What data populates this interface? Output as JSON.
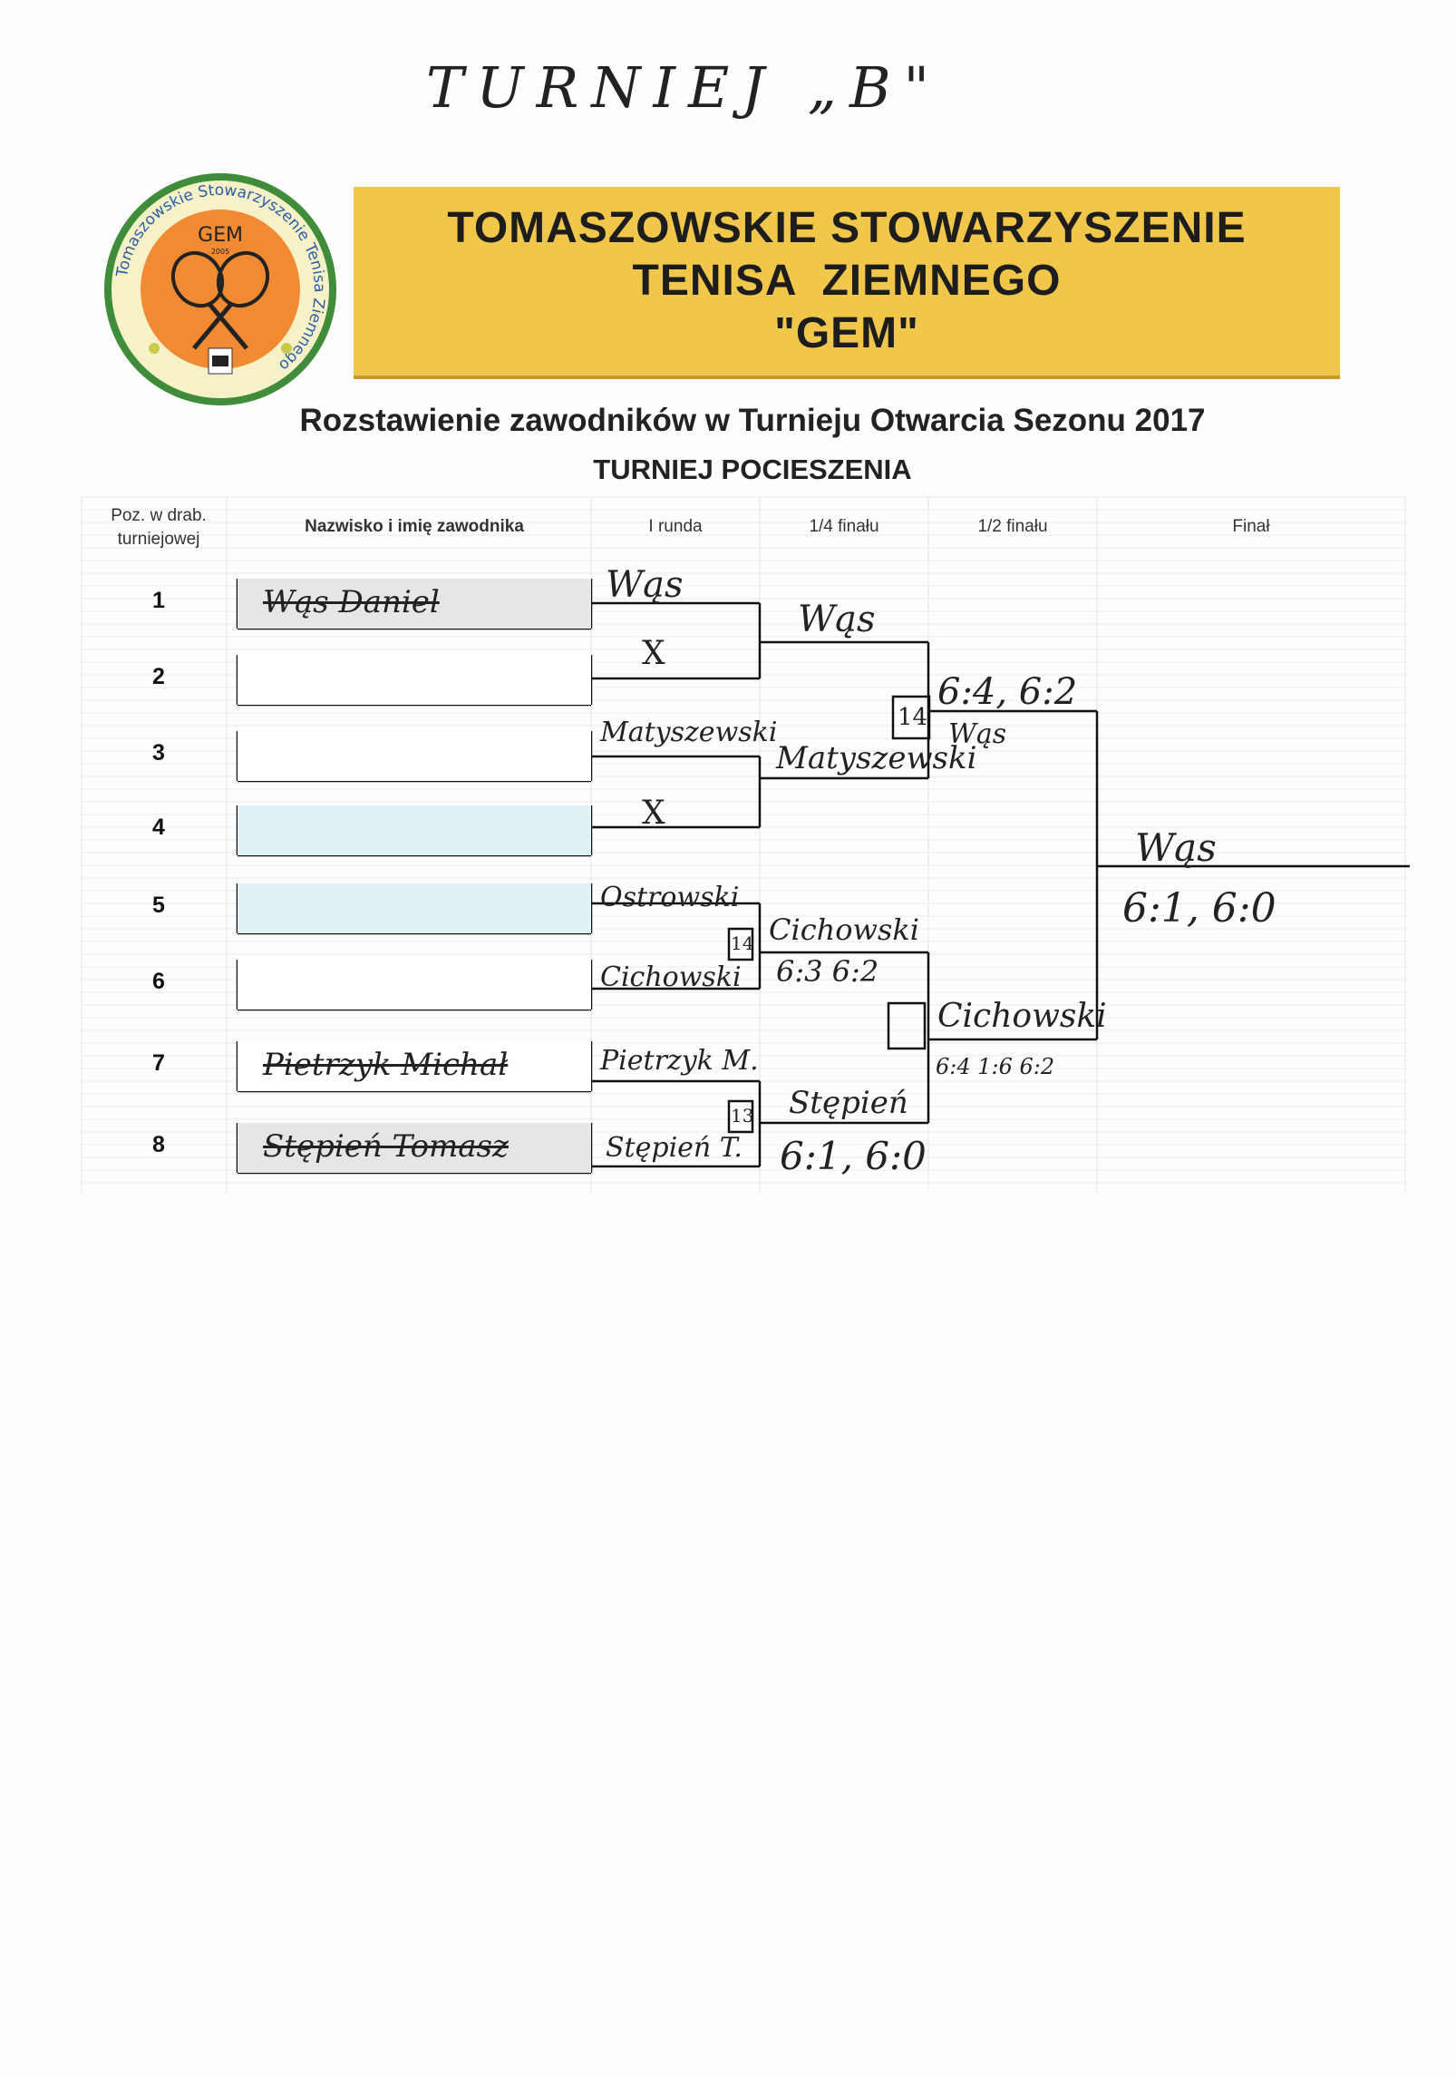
{
  "handwritten_title": "TURNIEJ „B\"",
  "logo": {
    "ring_text": "Tomaszowskie Stowarzyszenie Tenisa Ziemnego",
    "center_text": "GEM",
    "year": "2005"
  },
  "banner": {
    "line1": "TOMASZOWSKIE STOWARZYSZENIE",
    "line2": "TENISA  ZIEMNEGO",
    "line3": "\"GEM\""
  },
  "sheet": {
    "title": "Rozstawienie zawodników w Turnieju Otwarcia Sezonu 2017",
    "subtitle": "TURNIEJ POCIESZENIA"
  },
  "headers": {
    "position_line1": "Poz. w drab.",
    "position_line2": "turniejowej",
    "name": "Nazwisko i imię zawodnika",
    "round1": "I runda",
    "quarter": "1/4 finału",
    "semi": "1/2 finału",
    "final": "Finał"
  },
  "players": [
    {
      "pos": "1",
      "name": "Wąs Daniel",
      "fill": "#e6e6e6"
    },
    {
      "pos": "2",
      "name": "",
      "fill": "#ffffff"
    },
    {
      "pos": "3",
      "name": "",
      "fill": "#ffffff"
    },
    {
      "pos": "4",
      "name": "",
      "fill": "#dff3f6"
    },
    {
      "pos": "5",
      "name": "",
      "fill": "#dff3f6"
    },
    {
      "pos": "6",
      "name": "",
      "fill": "#ffffff"
    },
    {
      "pos": "7",
      "name": "Pietrzyk Michał",
      "fill": "#ffffff"
    },
    {
      "pos": "8",
      "name": "Stępień Tomasz",
      "fill": "#e6e6e6"
    }
  ],
  "round1": [
    "Wąs",
    "X",
    "Matyszewski",
    "X",
    "Ostrowski",
    "Cichowski",
    "Pietrzyk M.",
    "Stępień T."
  ],
  "quarter": {
    "winners": [
      "Wąs",
      "Matyszewski",
      "Cichowski",
      "Stępień"
    ],
    "scores": [
      "",
      "",
      "6:3 6:2",
      "6:1, 6:0"
    ],
    "court_marks": [
      "14",
      "13"
    ]
  },
  "semi": {
    "winners": [
      "Wąs",
      "Cichowski"
    ],
    "scores": [
      "6:4, 6:2",
      "6:4 1:6 6:2"
    ],
    "court_marks": [
      "14",
      ""
    ]
  },
  "final": {
    "winner": "Wąs",
    "score": "6:1, 6:0"
  }
}
